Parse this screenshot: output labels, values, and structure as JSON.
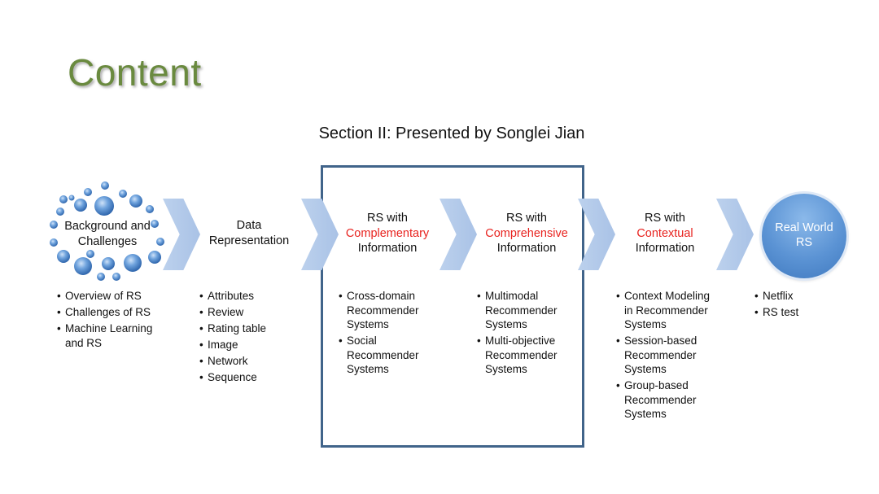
{
  "title": "Content",
  "subtitle": "Section II: Presented by Songlei Jian",
  "colors": {
    "title": "#6a8a3f",
    "highlight": "#e8231f",
    "box_border": "#41648a",
    "chevron": "#a9c2e6",
    "bubble": "#5b93d4"
  },
  "stages": [
    {
      "label_line1": "Background and",
      "label_line2": "Challenges",
      "icon": "bubble-cluster",
      "bullets": [
        "Overview of RS",
        "Challenges of RS",
        "Machine Learning and RS"
      ]
    },
    {
      "label_line1": "Data",
      "label_line2": "Representation",
      "bullets": [
        "Attributes",
        "Review",
        "Rating table",
        "Image",
        "Network",
        "Sequence"
      ]
    },
    {
      "label_line1": "RS with",
      "label_red": "Complementary",
      "label_line3": "Information",
      "bullets": [
        "Cross-domain Recommender Systems",
        "Social Recommender Systems"
      ]
    },
    {
      "label_line1": "RS with",
      "label_red": "Comprehensive",
      "label_line3": "Information",
      "bullets": [
        "Multimodal Recommender Systems",
        "Multi-objective Recommender Systems"
      ]
    },
    {
      "label_line1": "RS with",
      "label_red": "Contextual",
      "label_line3": "Information",
      "bullets": [
        "Context Modeling in Recommender Systems",
        "Session-based Recommender Systems",
        "Group-based Recommender Systems"
      ]
    },
    {
      "label_line1": "Real World",
      "label_line2": "RS",
      "icon": "blue-circle",
      "bullets": [
        "Netflix",
        "RS test"
      ]
    }
  ]
}
